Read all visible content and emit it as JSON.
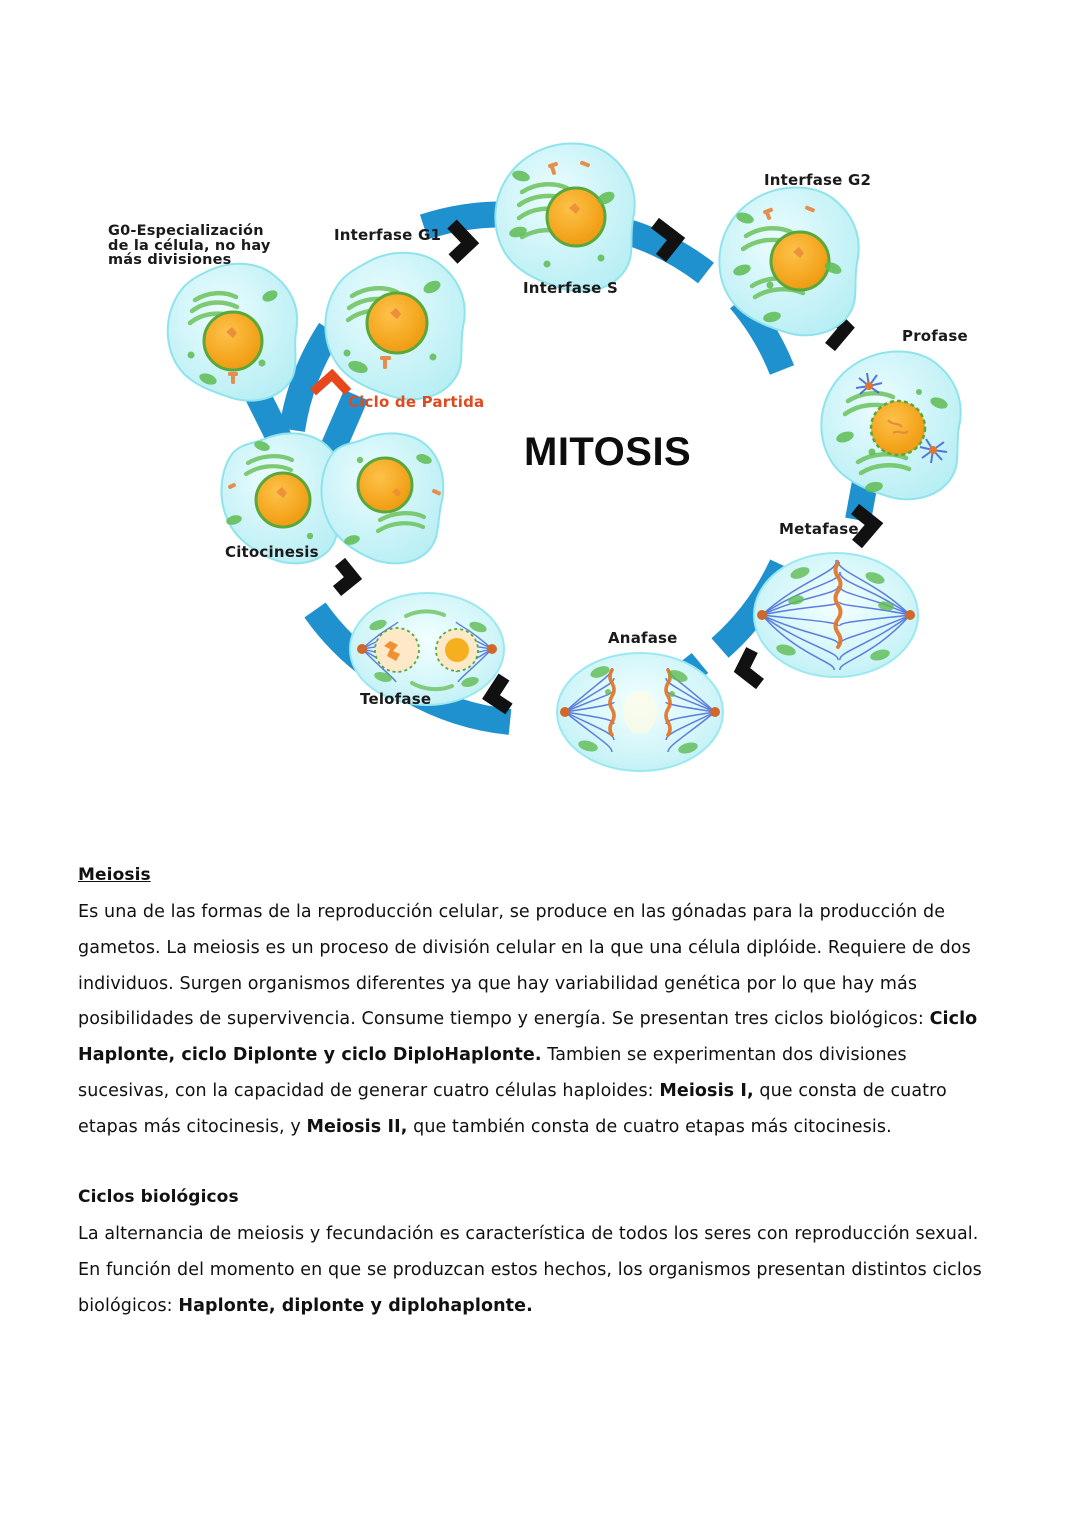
{
  "diagram": {
    "title": "MITOSIS",
    "start_label": "Ciclo de Partida",
    "colors": {
      "ring_blue": "#2091cf",
      "ring_blue_dark": "#1b7fb8",
      "arrow_black": "#111111",
      "start_arrow": "#e8471c",
      "cell_fill": "#c9f4f7",
      "cell_fill_light": "#e6fbfd",
      "cell_edge": "#7fdfe8",
      "nucleus": "#f3a51f",
      "nucleus_edge": "#5aa83a",
      "organelle_green": "#69c05a",
      "organelle_orange": "#e8833a",
      "spindle_blue": "#3d5fd4",
      "chromosome_orange": "#e0772e",
      "label_text": "#1a1a1a",
      "start_text": "#e04a20"
    },
    "stages": [
      {
        "id": "g0",
        "label": "G0-Especialización de la célula, no hay más divisiones",
        "label_lines": [
          "G0-Especialización",
          "de la célula, no hay",
          "más divisiones"
        ]
      },
      {
        "id": "interfase_g1",
        "label": "Interfase G1"
      },
      {
        "id": "interfase_s",
        "label": "Interfase S"
      },
      {
        "id": "interfase_g2",
        "label": "Interfase G2"
      },
      {
        "id": "profase",
        "label": "Profase"
      },
      {
        "id": "metafase",
        "label": "Metafase"
      },
      {
        "id": "anafase",
        "label": "Anafase"
      },
      {
        "id": "telofase",
        "label": "Telofase"
      },
      {
        "id": "citocinesis",
        "label": "Citocinesis"
      }
    ]
  },
  "content": {
    "meiosis": {
      "heading": "Meiosis",
      "p1_a": "Es una de las formas de la reproducción celular, se produce en las gónadas para la producción de gametos. La meiosis es un proceso de división celular en la que una célula diplóide. Requiere de dos individuos. Surgen organismos diferentes ya que hay variabilidad genética por lo que hay más posibilidades de supervivencia. Consume tiempo y energía. Se presentan tres ciclos biológicos: ",
      "p1_b1": "Ciclo Haplonte, ciclo Diplonte y ciclo DiploHaplonte.",
      "p1_c": " Tambien se experimentan dos divisiones sucesivas, con la capacidad de generar cuatro células haploides: ",
      "p1_b2": "Meiosis I,",
      "p1_d": " que consta de cuatro etapas más citocinesis, y ",
      "p1_b3": "Meiosis II,",
      "p1_e": " que también consta de cuatro etapas más citocinesis."
    },
    "ciclos": {
      "heading": "Ciclos biológicos",
      "p1_a": "La alternancia de meiosis y fecundación es característica de todos los seres con reproducción sexual. En función del momento en que se produzcan estos hechos, los organismos presentan distintos ciclos biológicos: ",
      "p1_b": "Haplonte, diplonte y diplohaplonte."
    }
  }
}
